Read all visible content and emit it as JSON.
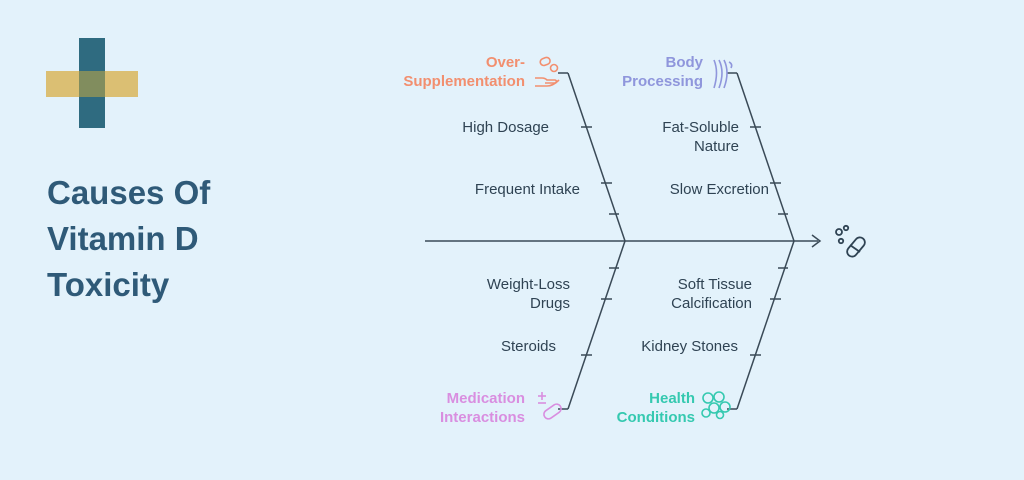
{
  "title": {
    "line1": "Causes Of",
    "line2": "Vitamin D",
    "line3": "Toxicity"
  },
  "logo": {
    "icon": "medical-cross-icon",
    "colors": [
      "#2f6b80",
      "#d9b65a"
    ]
  },
  "effect_icon": "pills-icon",
  "categories": {
    "over_supplementation": {
      "line1": "Over-",
      "line2": "Supplementation",
      "color": "#f28f6f",
      "icon": "hand-pills-icon",
      "causes": {
        "c1": "High Dosage",
        "c2": "Frequent Intake"
      }
    },
    "body_processing": {
      "line1": "Body",
      "line2": "Processing",
      "color": "#8f96dc",
      "icon": "kidney-icon",
      "causes": {
        "c1_line1": "Fat-Soluble",
        "c1_line2": "Nature",
        "c2": "Slow Excretion"
      }
    },
    "medication_interactions": {
      "line1": "Medication",
      "line2": "Interactions",
      "color": "#d98ee0",
      "icon": "plus-minus-pill-icon",
      "causes": {
        "c1_line1": "Weight-Loss",
        "c1_line2": "Drugs",
        "c2": "Steroids"
      }
    },
    "health_conditions": {
      "line1": "Health",
      "line2": "Conditions",
      "color": "#35c9b0",
      "icon": "cells-icon",
      "causes": {
        "c1_line1": "Soft Tissue",
        "c1_line2": "Calcification",
        "c2": "Kidney Stones"
      }
    }
  },
  "colors": {
    "background": "#e3f2fb",
    "title": "#2f5a78",
    "text": "#2f4353",
    "line": "#3a4a57"
  }
}
